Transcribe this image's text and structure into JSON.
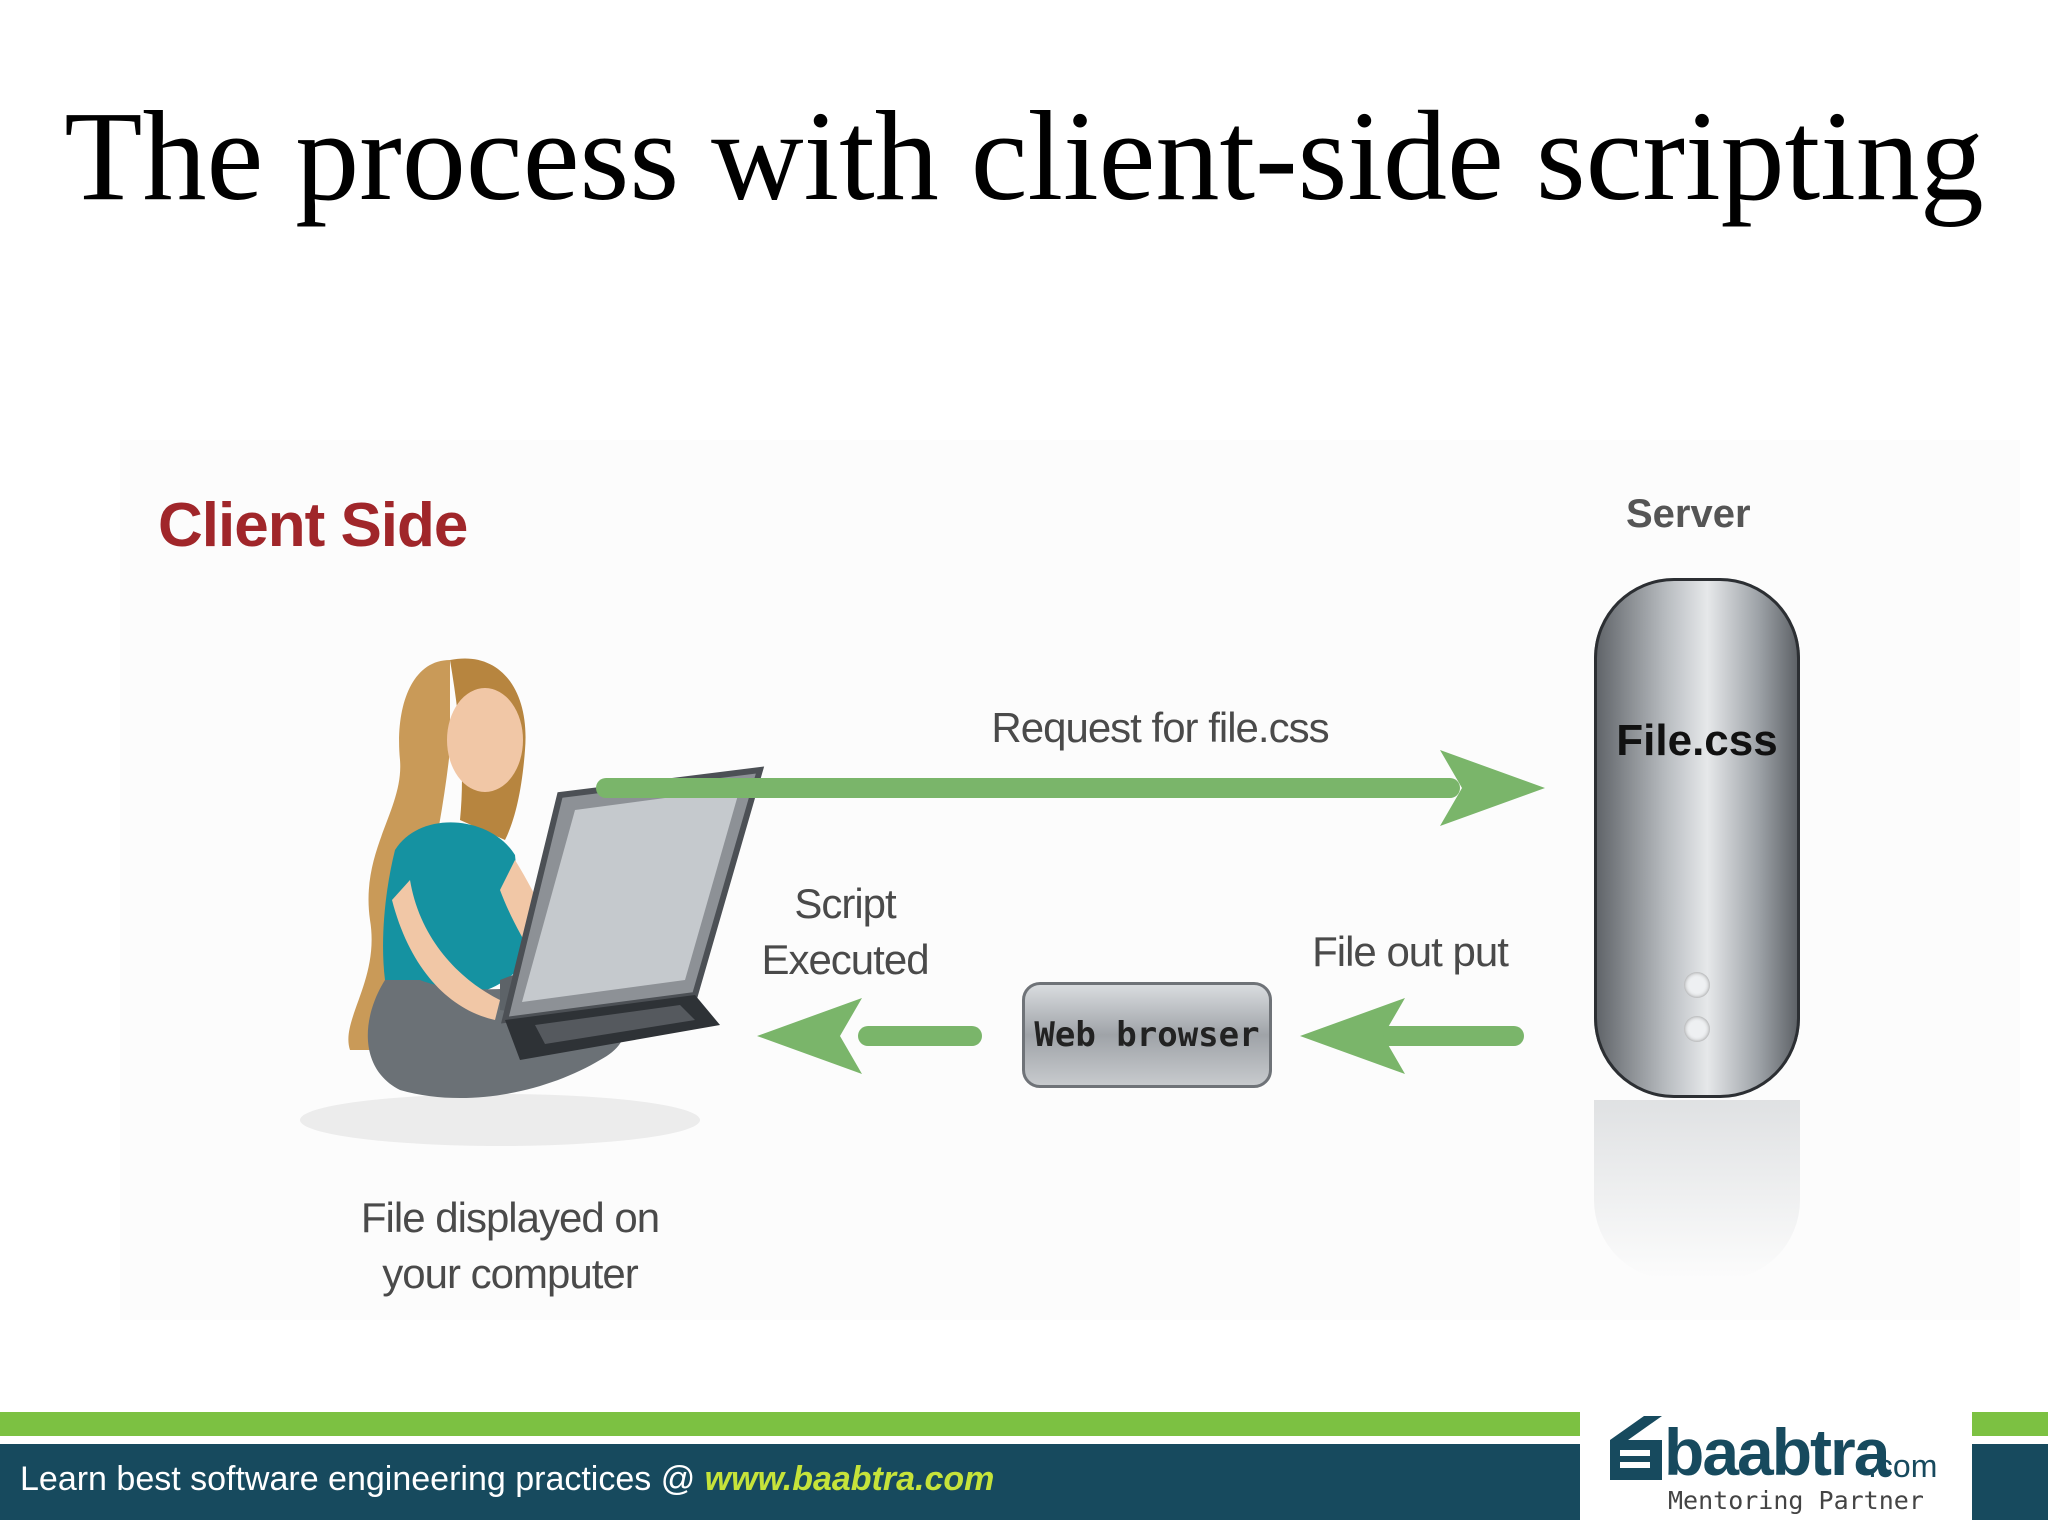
{
  "slide": {
    "title": "The process with client-side scripting"
  },
  "diagram": {
    "client_side_label": "Client Side",
    "server_label": "Server",
    "server_file": "File.css",
    "request_label": "Request for file.css",
    "file_output_label": "File out put",
    "browser_label": "Web browser",
    "script_label_line1": "Script",
    "script_label_line2": "Executed",
    "displayed_label_line1": "File displayed on",
    "displayed_label_line2": "your computer",
    "colors": {
      "arrow": "#7ab56a",
      "client_side_text": "#a0262a"
    }
  },
  "footer": {
    "text": "Learn best software engineering practices @ ",
    "url": "www.baabtra.com",
    "logo_word": "baabtra",
    "logo_com": ".com",
    "logo_tagline": "Mentoring Partner"
  }
}
